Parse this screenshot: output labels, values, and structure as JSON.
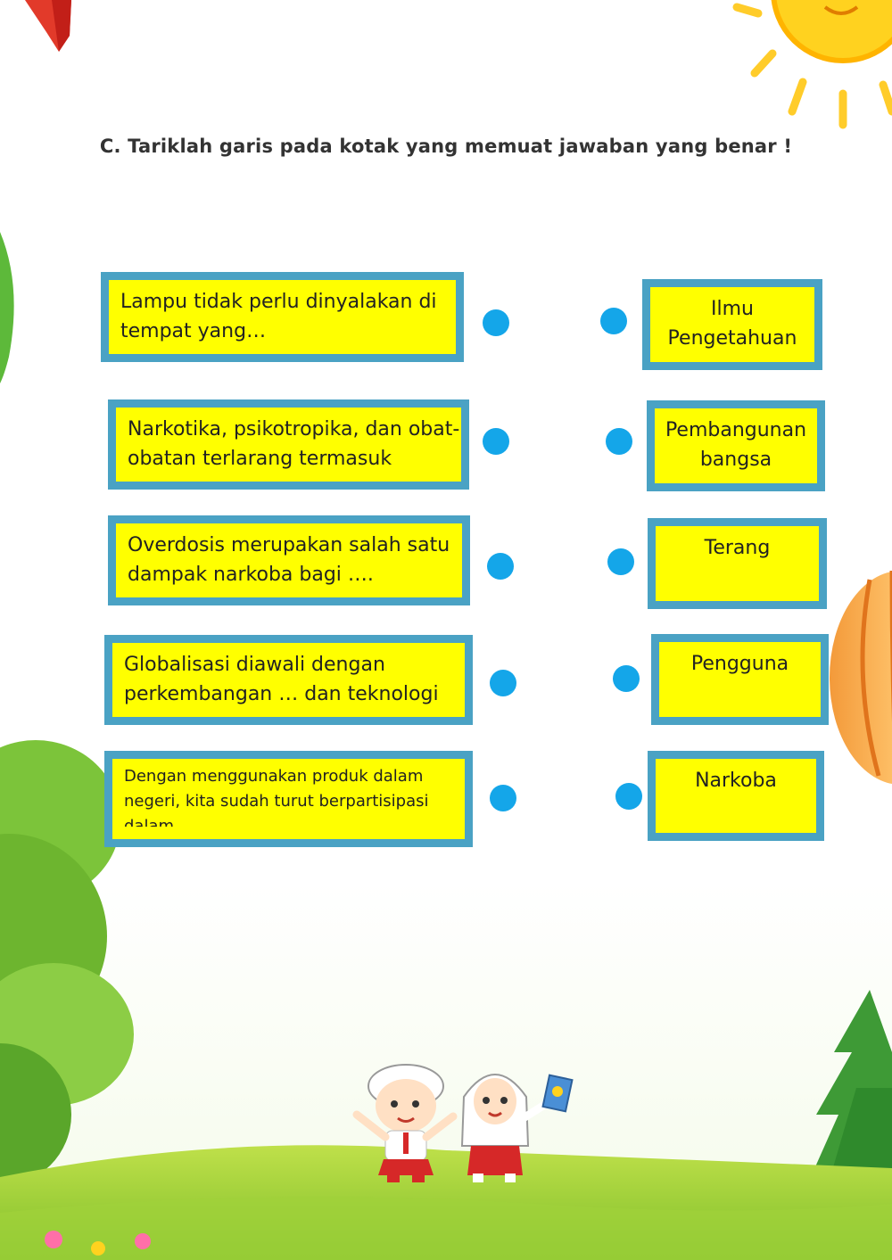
{
  "instruction": {
    "prefix": "C.",
    "text": "Tariklah garis pada kotak yang memuat jawaban yang benar !"
  },
  "questions": [
    {
      "text": "Lampu tidak perlu dinyalakan di tempat yang…"
    },
    {
      "text": "Narkotika, psikotropika, dan obat-obatan terlarang termasuk"
    },
    {
      "text": "Overdosis merupakan salah satu dampak narkoba bagi …."
    },
    {
      "text": "Globalisasi diawali dengan perkembangan … dan teknologi"
    },
    {
      "text": "Dengan menggunakan produk dalam negeri, kita sudah turut berpartisipasi dalam …."
    }
  ],
  "answers": [
    {
      "text": "Ilmu Pengetahuan"
    },
    {
      "text": "Pembangunan bangsa"
    },
    {
      "text": "Terang"
    },
    {
      "text": "Pengguna"
    },
    {
      "text": "Narkoba"
    }
  ],
  "colors": {
    "box_fill": "#ffff00",
    "box_border": "#4aa2c4",
    "dot": "#14a6e9"
  }
}
